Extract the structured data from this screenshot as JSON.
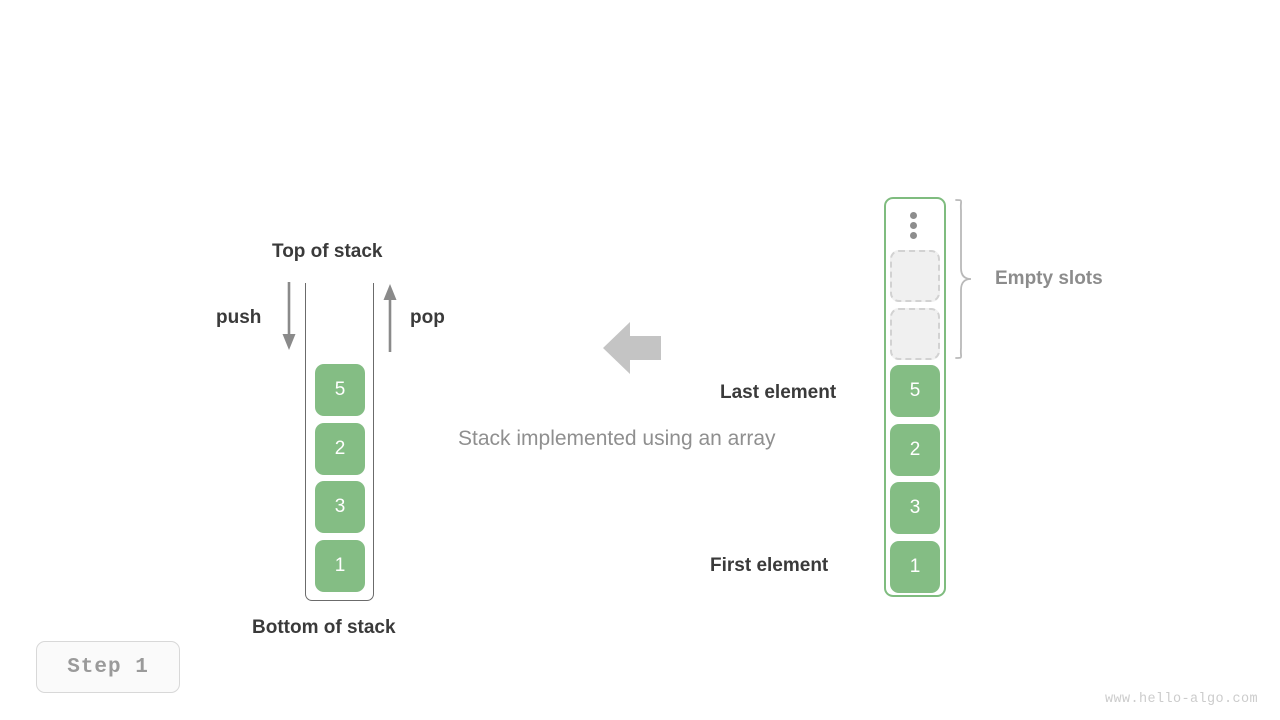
{
  "diagram": {
    "caption": "Stack implemented using an array",
    "step_badge": "Step 1",
    "watermark": "www.hello-algo.com",
    "colors": {
      "element_fill": "#84bd84",
      "array_border": "#7fbc7f",
      "stack_border": "#6b6b6b",
      "empty_slot_fill": "#f0f0f0",
      "empty_slot_border": "#d2d2d2",
      "label_dark": "#3a3a3a",
      "label_gray": "#8c8c8c",
      "caption_gray": "#8f8f8f",
      "arrow_gray": "#c4c4c4"
    }
  },
  "left_stack": {
    "top_label": "Top of stack",
    "bottom_label": "Bottom of stack",
    "push_label": "push",
    "pop_label": "pop",
    "push_icon": "arrow-down-icon",
    "pop_icon": "arrow-up-icon",
    "elements": [
      {
        "value": "5"
      },
      {
        "value": "2"
      },
      {
        "value": "3"
      },
      {
        "value": "1"
      }
    ]
  },
  "flow": {
    "icon": "arrow-left-icon"
  },
  "right_array": {
    "overflow_icon": "vertical-ellipsis-icon",
    "empty_slots_label": "Empty slots",
    "empty_slots_count": 2,
    "last_element_label": "Last element",
    "first_element_label": "First element",
    "elements": [
      {
        "value": "5"
      },
      {
        "value": "2"
      },
      {
        "value": "3"
      },
      {
        "value": "1"
      }
    ]
  }
}
